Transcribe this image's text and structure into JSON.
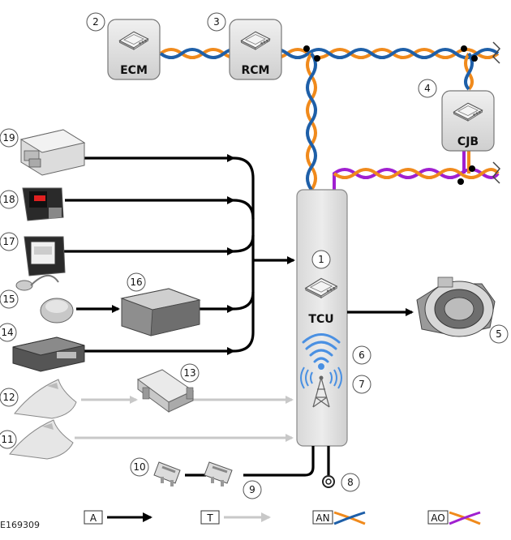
{
  "modules": {
    "ecm": "ECM",
    "rcm": "RCM",
    "cjb": "CJB",
    "tcu": "TCU"
  },
  "callouts": [
    "1",
    "2",
    "3",
    "4",
    "5",
    "6",
    "7",
    "8",
    "9",
    "10",
    "11",
    "12",
    "13",
    "14",
    "15",
    "16",
    "17",
    "18",
    "19"
  ],
  "legend": {
    "a": "A",
    "t": "T",
    "an": "AN",
    "ao": "AO"
  },
  "figure_id": "E169309",
  "colors": {
    "can_orange": "#f08a1c",
    "can_blue": "#1e5fa8",
    "can_purple": "#a020d0",
    "analog_gray": "#c8c8c8",
    "wire_black": "#000000",
    "module_fill": "#e2e2e2"
  },
  "icons": [
    "module-chip-icon",
    "antenna-icon",
    "wifi-signal-icon",
    "speaker-icon",
    "fuse-icon",
    "ground-icon"
  ]
}
